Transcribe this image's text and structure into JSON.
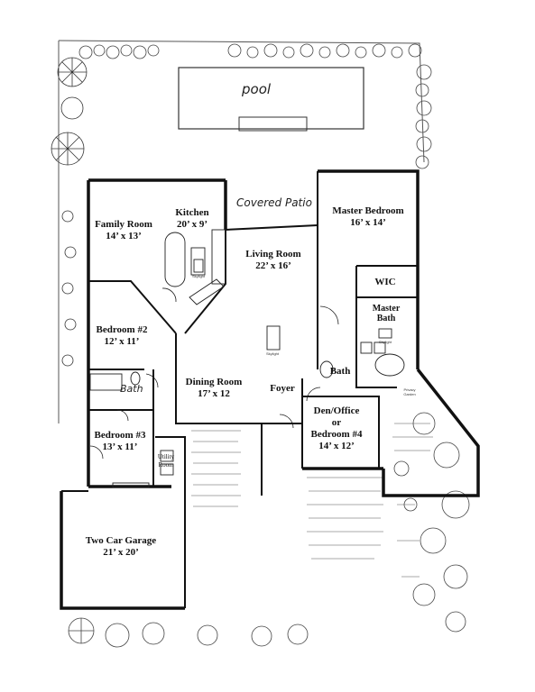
{
  "pool": {
    "label": "pool"
  },
  "patio": {
    "label": "Covered Patio"
  },
  "rooms": {
    "family": {
      "name": "Family Room",
      "size": "14’ x 13’"
    },
    "kitchen": {
      "name": "Kitchen",
      "size": "20’ x 9’"
    },
    "master": {
      "name": "Master Bedroom",
      "size": "16’ x 14’"
    },
    "living": {
      "name": "Living Room",
      "size": "22’ x 16’"
    },
    "wic": {
      "name": "WIC"
    },
    "master_bath": {
      "name1": "Master",
      "name2": "Bath"
    },
    "bedroom2": {
      "name": "Bedroom #2",
      "size": "12’ x 11’"
    },
    "bath": {
      "name": "Bath"
    },
    "bath_hand": {
      "name": "Bath"
    },
    "dining": {
      "name": "Dining Room",
      "size": "17’ x 12"
    },
    "foyer": {
      "name": "Foyer"
    },
    "den": {
      "name1": "Den/Office",
      "name2": "or",
      "name3": "Bedroom #4",
      "size": "14’ x 12’"
    },
    "bedroom3": {
      "name": "Bedroom #3",
      "size": "13’ x 11’"
    },
    "utility": {
      "name1": "Utility",
      "name2": "Room"
    },
    "garage": {
      "name": "Two Car Garage",
      "size": "21’ x 20’"
    }
  },
  "small_notes": {
    "skylight1": "Skylight",
    "skylight2": "Skylight",
    "skylight3": "Skylight",
    "privacy": "Privacy Garden"
  }
}
